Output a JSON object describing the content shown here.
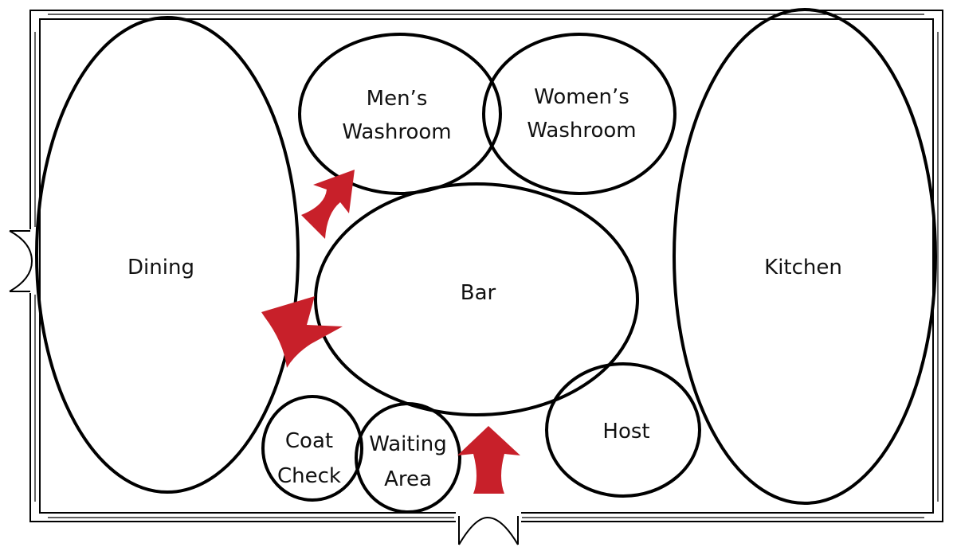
{
  "diagram": {
    "rooms": {
      "dining": "Dining",
      "mens_washroom": [
        "Men’s",
        "Washroom"
      ],
      "womens_washroom": [
        "Women’s",
        "Washroom"
      ],
      "bar": "Bar",
      "kitchen": "Kitchen",
      "coat_check": [
        "Coat",
        "Check"
      ],
      "waiting_area": [
        "Waiting",
        "Area"
      ],
      "host": "Host"
    },
    "colors": {
      "outline": "#000000",
      "arrow": "#c8202a",
      "background": "#ffffff"
    },
    "icons": [
      "door-icon",
      "arrow-icon"
    ]
  }
}
